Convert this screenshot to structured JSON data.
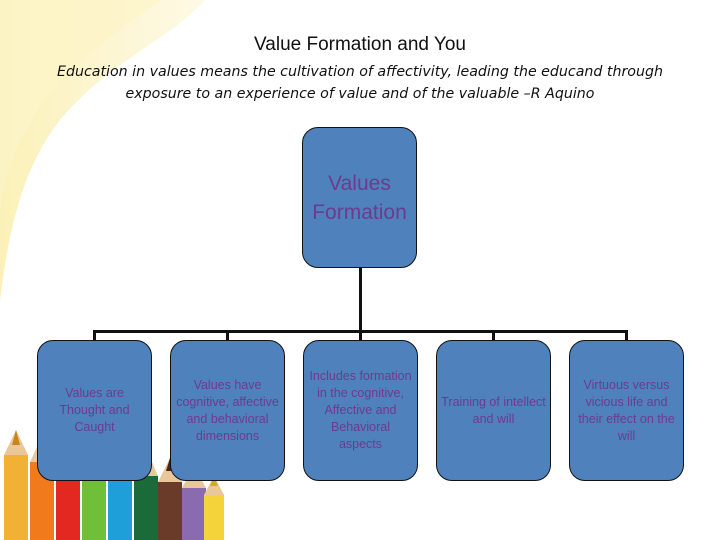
{
  "slide": {
    "title": "Value Formation and You",
    "subtitle": "Education in values means the cultivation of affectivity, leading the educand through exposure to an experience of value and of the valuable –R Aquino"
  },
  "diagram": {
    "root": {
      "label": "Values Formation"
    },
    "children": [
      {
        "label": "Values are Thought and Caught"
      },
      {
        "label": "Values have cognitive, affective and behavioral dimensions"
      },
      {
        "label": "Includes formation in the cognitive, Affective and Behavioral aspects"
      },
      {
        "label": "Training of intellect and will"
      },
      {
        "label": "Virtuous versus vicious life and their effect on the will"
      }
    ]
  },
  "colors": {
    "node_fill": "#4f81bd",
    "node_text": "#6e3b8c",
    "connector": "#111111",
    "background_accent": "#fbf0b4"
  },
  "icons": [
    "colored-pencils-icon"
  ]
}
